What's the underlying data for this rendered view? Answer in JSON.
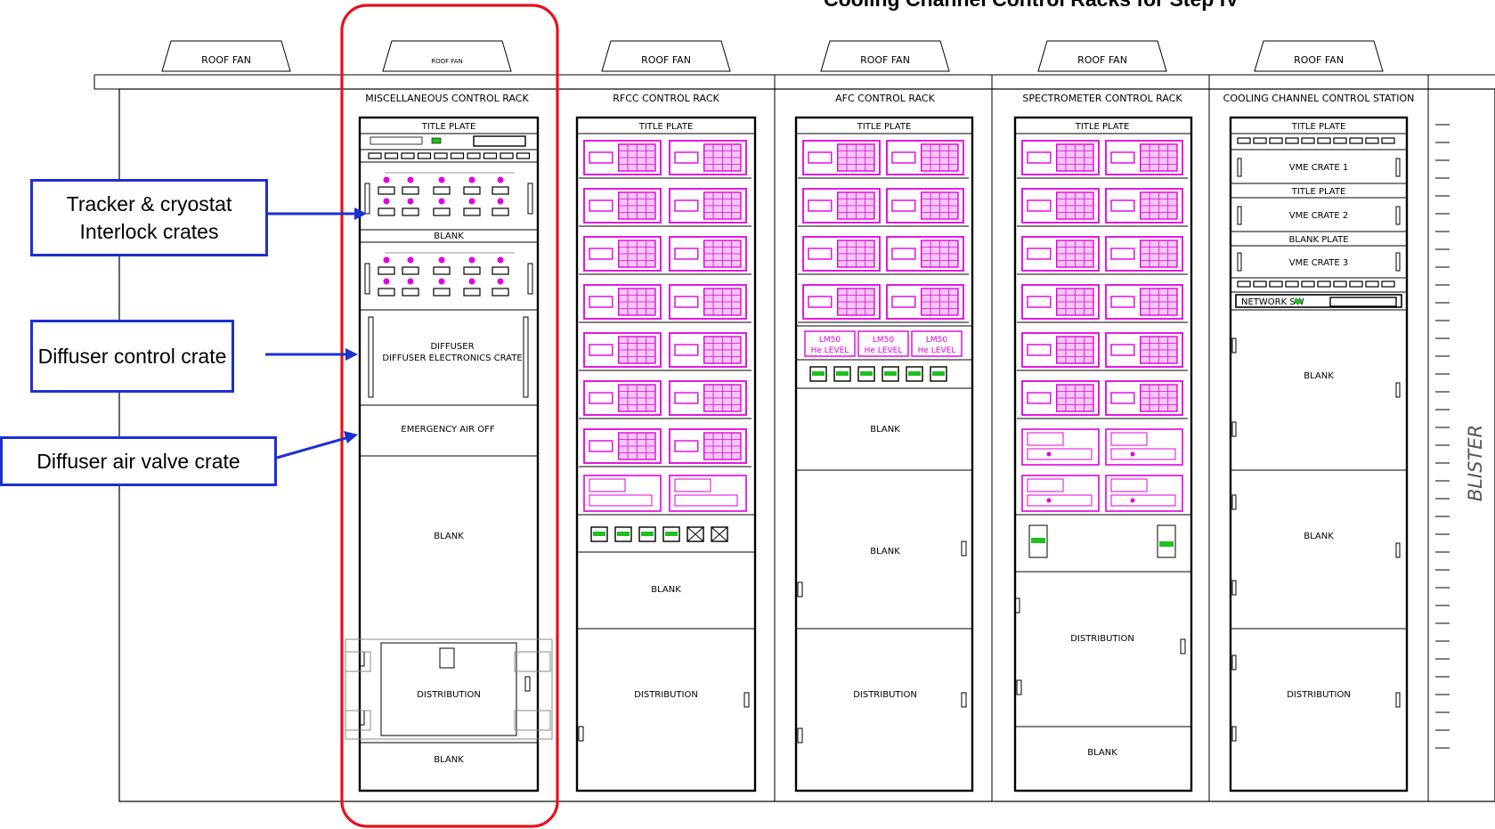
{
  "title": "Cooling Channel Control Racks for Step IV",
  "roof_fan_label": "ROOF FAN",
  "racks": [
    {
      "name": "MISCELLANEOUS CONTROL RACK",
      "items": [
        "TITLE PLATE",
        "BLANK",
        "DIFFUSER ELECTRONICS CRATE",
        "EMERGENCY AIR OFF",
        "BLANK",
        "DISTRIBUTION",
        "BLANK"
      ]
    },
    {
      "name": "RFCC CONTROL RACK",
      "items": [
        "TITLE PLATE",
        "BLANK",
        "DISTRIBUTION"
      ]
    },
    {
      "name": "AFC CONTROL RACK",
      "items": [
        "TITLE PLATE",
        "LM50 He LEVEL",
        "LM50 He LEVEL",
        "LM50 He LEVEL",
        "BLANK",
        "BLANK",
        "DISTRIBUTION"
      ]
    },
    {
      "name": "SPECTROMETER CONTROL RACK",
      "items": [
        "TITLE PLATE",
        "DISTRIBUTION",
        "BLANK"
      ]
    },
    {
      "name": "COOLING CHANNEL CONTROL STATION",
      "items": [
        "TITLE PLATE",
        "VME CRATE 1",
        "TITLE PLATE",
        "VME CRATE 2",
        "BLANK PLATE",
        "VME CRATE 3",
        "NETWORK SW",
        "BLANK",
        "BLANK",
        "DISTRIBUTION"
      ]
    }
  ],
  "side_label": "BLISTER",
  "callouts": [
    {
      "text": "Tracker & cryostat Interlock crates"
    },
    {
      "text": "Diffuser control crate"
    },
    {
      "text": "Diffuser air valve crate"
    }
  ],
  "colors": {
    "module": "#e000e0",
    "module_fill": "#f4c6f4",
    "callout_border": "#1c2fd0",
    "highlight": "#e8101c",
    "led": "#20c020"
  }
}
